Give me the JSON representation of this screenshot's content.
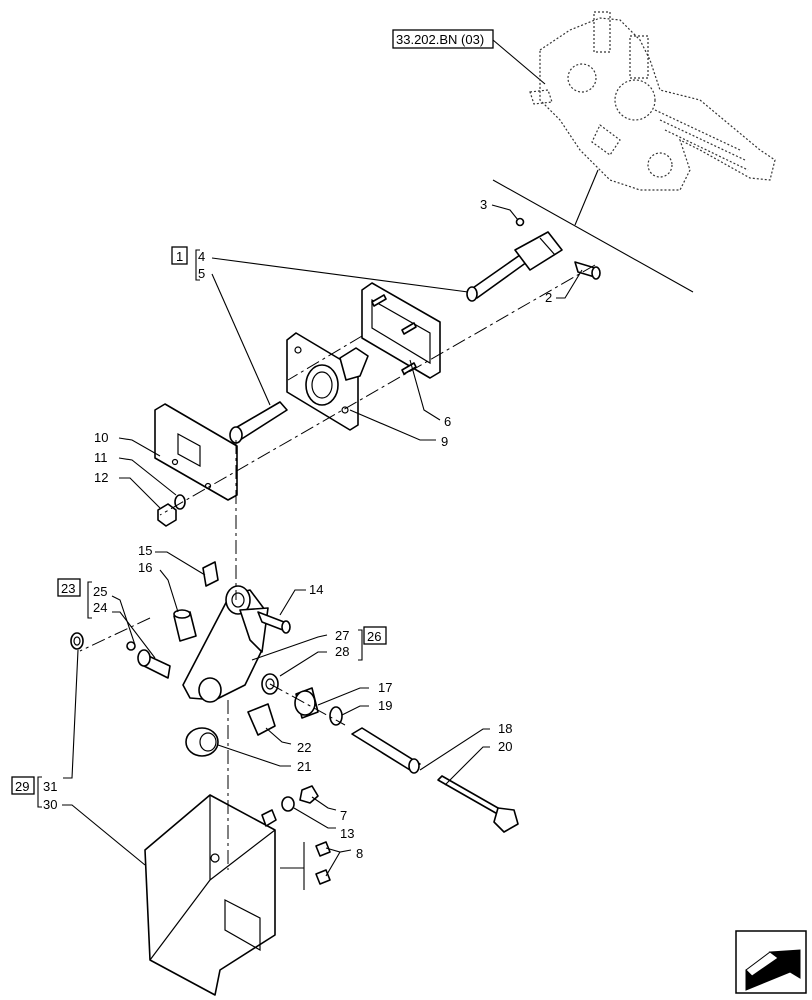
{
  "reference_link": "33.202.BN (03)",
  "callouts": {
    "c1": "1",
    "c2": "2",
    "c3": "3",
    "c4": "4",
    "c5": "5",
    "c6": "6",
    "c7": "7",
    "c8": "8",
    "c9": "9",
    "c10": "10",
    "c11": "11",
    "c12": "12",
    "c13": "13",
    "c14": "14",
    "c15": "15",
    "c16": "16",
    "c17": "17",
    "c18": "18",
    "c19": "19",
    "c20": "20",
    "c21": "21",
    "c22": "22",
    "c23": "23",
    "c24": "24",
    "c25": "25",
    "c26": "26",
    "c27": "27",
    "c28": "28",
    "c29": "29",
    "c30": "30",
    "c31": "31"
  },
  "icons": {
    "nav": "next-page-arrow-icon"
  }
}
